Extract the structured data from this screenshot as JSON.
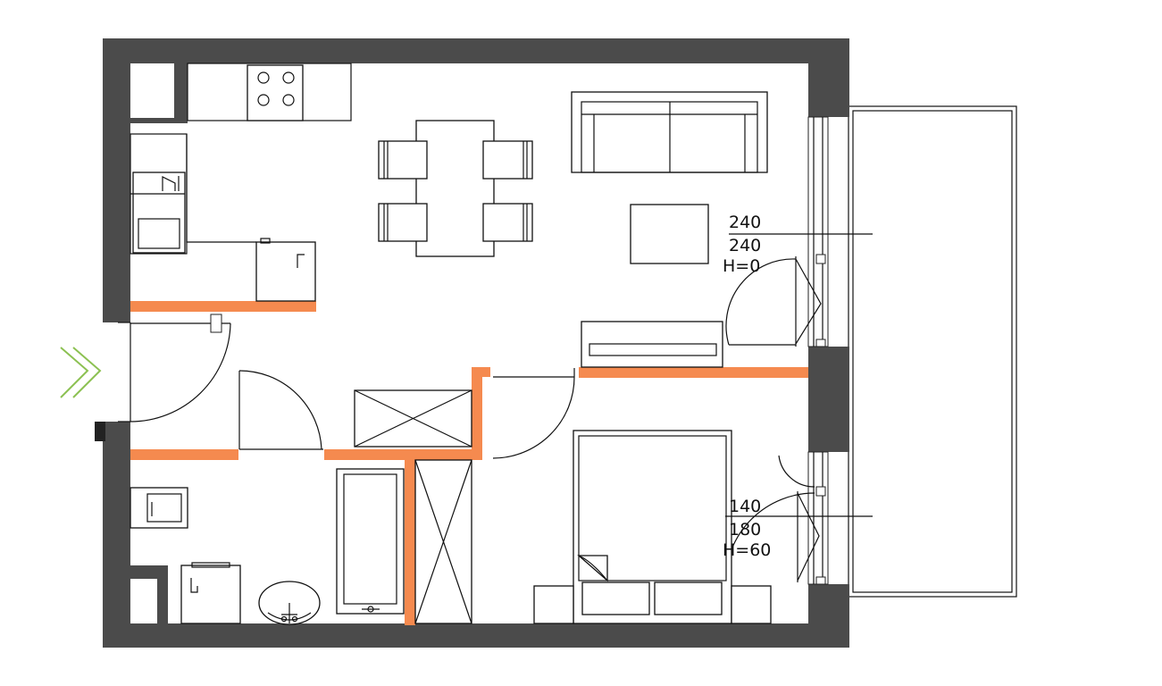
{
  "colors": {
    "wall": "#4b4b4b",
    "partition": "#f58a4f",
    "line": "#111111",
    "entrance_arrow": "#8cc152"
  },
  "windows": {
    "living": {
      "width": "240",
      "height": "240",
      "sill": "H=0"
    },
    "bedroom": {
      "width": "140",
      "height": "180",
      "sill": "H=60"
    }
  }
}
